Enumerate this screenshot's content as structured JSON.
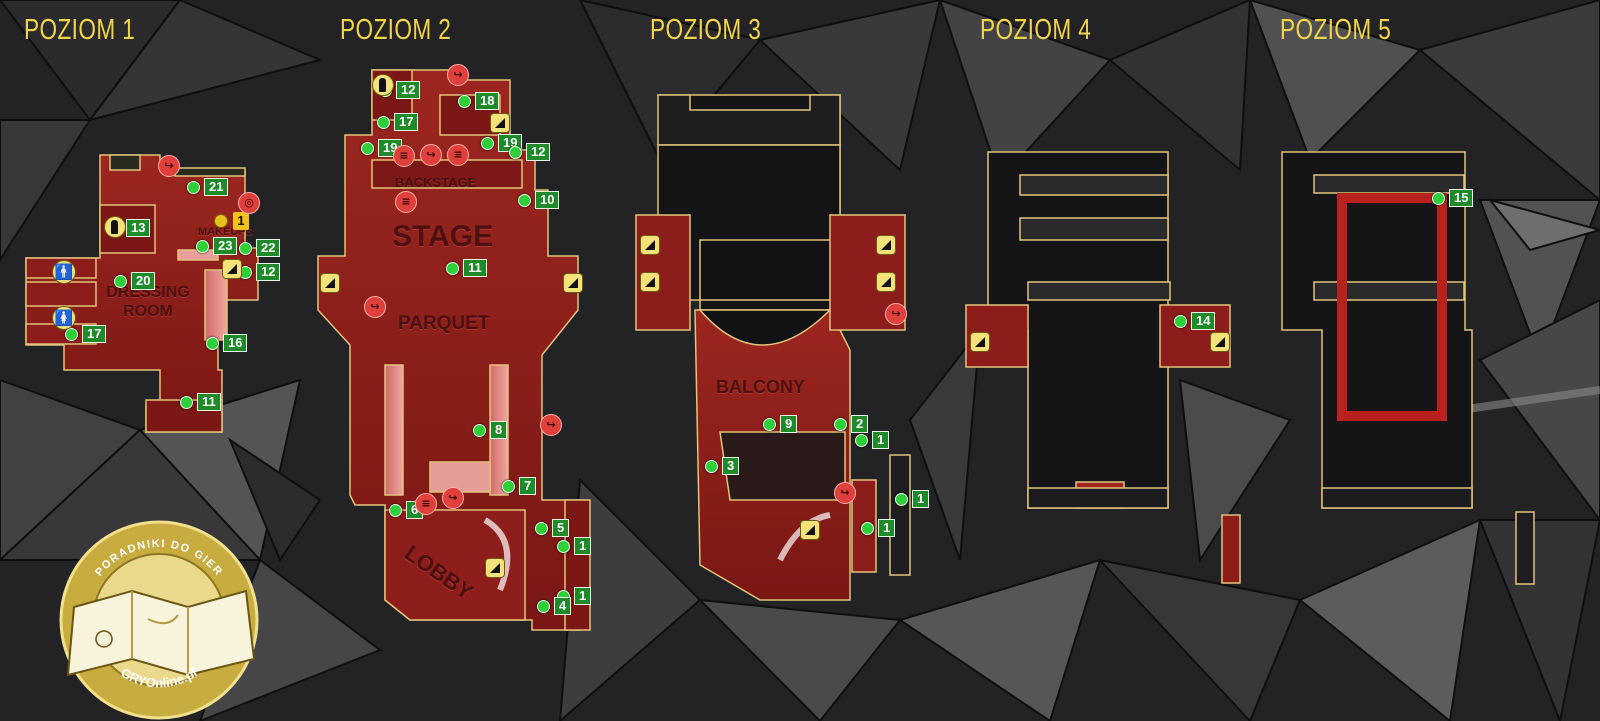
{
  "levels": [
    {
      "title": "POZIOM 1"
    },
    {
      "title": "POZIOM 2"
    },
    {
      "title": "POZIOM 3"
    },
    {
      "title": "POZIOM 4"
    },
    {
      "title": "POZIOM 5"
    }
  ],
  "room_labels": {
    "dressing_room_line1": "DRESSING",
    "dressing_room_line2": "ROOM",
    "makeup": "MAKEUPS",
    "backstage": "BACKSTAGE",
    "stage": "STAGE",
    "parquet": "PARQUET",
    "lobby": "LOBBY",
    "balcony": "BALCONY"
  },
  "markers": {
    "l1": [
      "21",
      "13",
      "1",
      "23",
      "22",
      "12",
      "20",
      "17",
      "16",
      "11"
    ],
    "l2": [
      "12",
      "18",
      "17",
      "19",
      "19",
      "12",
      "10",
      "11",
      "8",
      "7",
      "6",
      "5",
      "1",
      "1",
      "4"
    ],
    "l3": [
      "9",
      "2",
      "1",
      "3",
      "1",
      "1"
    ],
    "l4": [
      "14"
    ],
    "l5": [
      "15"
    ]
  },
  "logo": {
    "top_text": "PORADNIKI DO GIER",
    "bottom_text": "GRYOnline.pl"
  },
  "colors": {
    "title": "#f2d54a",
    "floor": "#8b1c1c",
    "marker": "#2fcf3a",
    "marker_label": "#1f8a2a",
    "stairs": "#f3e27a",
    "exit_icon": "#e0403c"
  },
  "icons": {
    "stairs": "stairs-icon",
    "exit": "exit-icon",
    "person": "person-icon",
    "elevator": "elevator-icon"
  }
}
